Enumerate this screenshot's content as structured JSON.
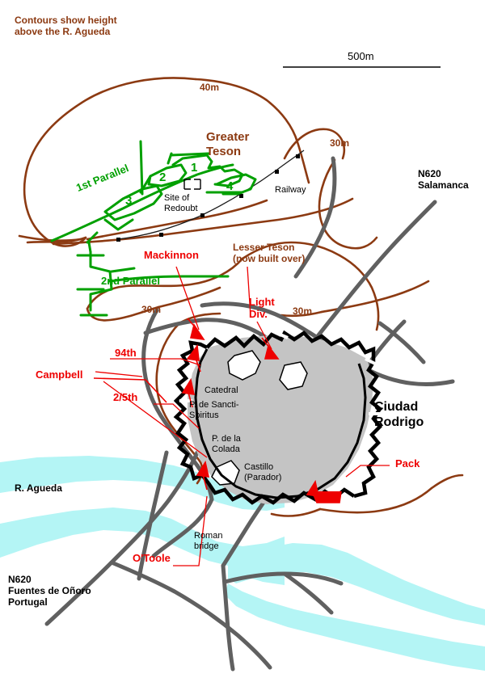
{
  "map": {
    "title_note": "Contours show height\nabove the R. Agueda",
    "scale_bar": {
      "label": "500m"
    },
    "place_labels": {
      "city_name": "Ciudad\nRodrigo",
      "river": "R. Agueda",
      "road_north": "N620\nSalamanca",
      "road_south": "N620\nFuentes de Oñoro\nPortugal",
      "railway": "Railway",
      "roman_bridge": "Roman\nbridge"
    },
    "city_features": [
      {
        "name": "Catedral",
        "label": "Catedral"
      },
      {
        "name": "P. de Sancti-Spiritus",
        "label": "P. de Sancti-\nSpiritus"
      },
      {
        "name": "P. de la Colada",
        "label": "P. de la\nColada"
      },
      {
        "name": "Castillo (Parador)",
        "label": "Castillo\n(Parador)"
      }
    ],
    "terrain_labels": [
      {
        "name": "Greater Teson",
        "label": "Greater\nTeson"
      },
      {
        "name": "Lesser Teson",
        "label": "Lesser Teson\n(now built over)"
      }
    ],
    "contour_labels": [
      {
        "value": "40m"
      },
      {
        "value": "30m"
      },
      {
        "value": "30m"
      },
      {
        "value": "30m"
      }
    ],
    "siege_works": {
      "first_parallel": "1st Parallel",
      "second_parallel": "2nd Parallel",
      "site_of_redoubt": "Site of\nRedoubt",
      "batteries": [
        "1",
        "2",
        "3",
        "4"
      ]
    },
    "assault_labels": [
      {
        "name": "Mackinnon",
        "label": "Mackinnon"
      },
      {
        "name": "Light Div.",
        "label": "Light\nDiv."
      },
      {
        "name": "94th",
        "label": "94th"
      },
      {
        "name": "Campbell",
        "label": "Campbell"
      },
      {
        "name": "2/5th",
        "label": "2/5th"
      },
      {
        "name": "Pack",
        "label": "Pack"
      },
      {
        "name": "O'Toole",
        "label": "O'Toole"
      }
    ],
    "colors": {
      "contour": "#8c3a12",
      "siege_green": "#00a000",
      "assault_red": "#ee0000",
      "road_grey": "#606060",
      "city_fill": "#c4c4c4",
      "wall_black": "#000000",
      "river_cyan": "#b4f5f5"
    }
  }
}
